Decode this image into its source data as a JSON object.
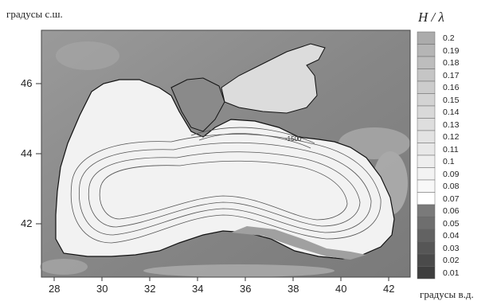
{
  "map": {
    "lat_unit_label": "градусы  с.ш.",
    "lon_unit_label": "градусы  в.д.",
    "x_ticks": [
      "28",
      "30",
      "32",
      "34",
      "36",
      "38",
      "40",
      "42"
    ],
    "y_ticks": [
      "46",
      "44",
      "42"
    ],
    "contour_labels": [
      "-1500"
    ],
    "colors": {
      "background_land": "#8c8c8c",
      "sea_interior": "#f2f2f2",
      "coastline": "#111111",
      "contour": "#555555"
    }
  },
  "legend": {
    "title": "H / λ",
    "values": [
      "0.2",
      "0.19",
      "0.18",
      "0.17",
      "0.16",
      "0.15",
      "0.14",
      "0.13",
      "0.12",
      "0.11",
      "0.1",
      "0.09",
      "0.08",
      "0.07",
      "0.06",
      "0.05",
      "0.04",
      "0.03",
      "0.02",
      "0.01"
    ]
  }
}
